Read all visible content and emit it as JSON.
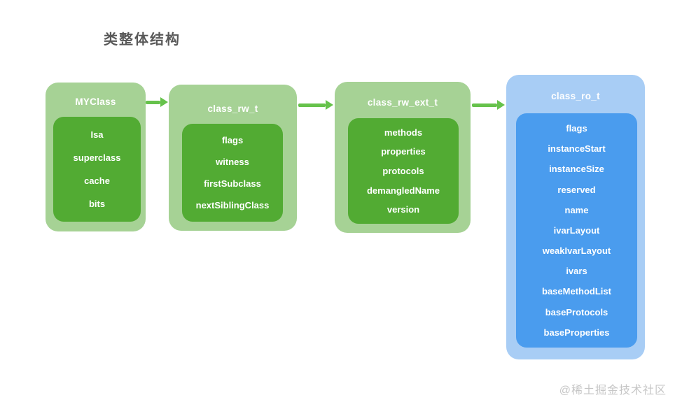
{
  "title": "类整体结构",
  "watermark": "@稀土掘金技术社区",
  "colors": {
    "green_outer": "#a6d295",
    "green_inner": "#52ab33",
    "blue_outer": "#a8cdf5",
    "blue_inner": "#4a9cee",
    "arrow": "#66c24b",
    "title_text": "#595959",
    "watermark_text": "#c6c6c6"
  },
  "boxes": [
    {
      "name": "MYClass",
      "items": [
        "Isa",
        "superclass",
        "cache",
        "bits"
      ]
    },
    {
      "name": "class_rw_t",
      "items": [
        "flags",
        "witness",
        "firstSubclass",
        "nextSiblingClass"
      ]
    },
    {
      "name": "class_rw_ext_t",
      "items": [
        "methods",
        "properties",
        "protocols",
        "demangledName",
        "version"
      ]
    },
    {
      "name": "class_ro_t",
      "items": [
        "flags",
        "instanceStart",
        "instanceSize",
        "reserved",
        "name",
        "ivarLayout",
        "weakIvarLayout",
        "ivars",
        "baseMethodList",
        "baseProtocols",
        "baseProperties"
      ]
    }
  ]
}
